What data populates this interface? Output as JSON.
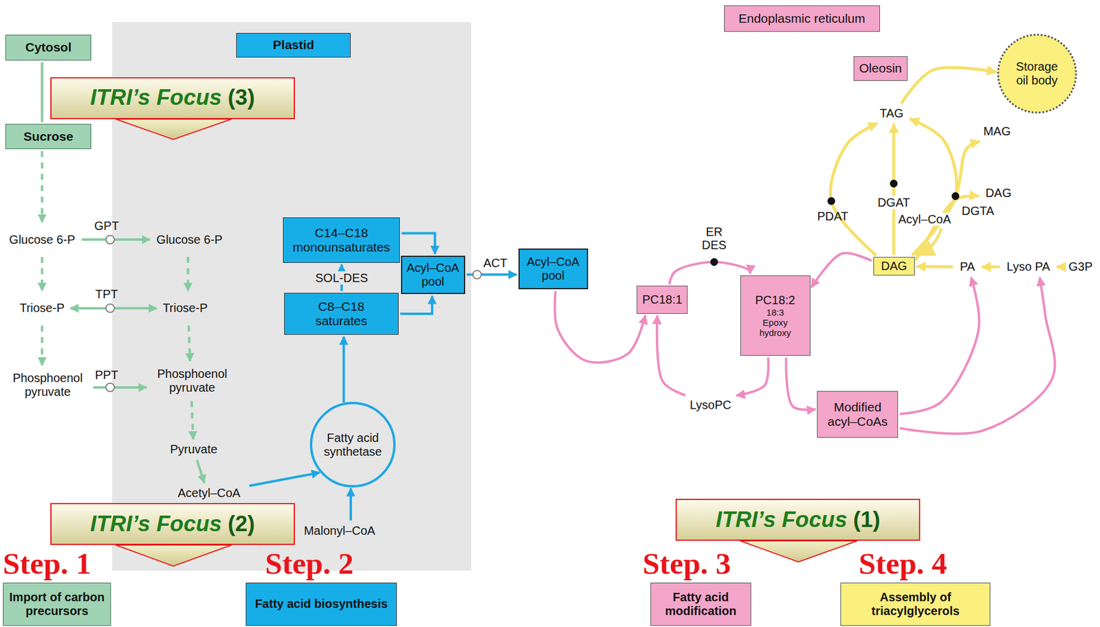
{
  "diagram": {
    "nodes": [
      {
        "text": [
          "Cytosol"
        ]
      },
      {
        "text": [
          "Plastid"
        ]
      },
      {
        "text": [
          "Sucrose"
        ]
      },
      {
        "text": [
          "Glucose 6-P"
        ]
      },
      {
        "text": [
          "Glucose 6-P"
        ],
        "in": 1
      },
      {
        "text": [
          "Triose-P"
        ]
      },
      {
        "text": [
          "Triose-P"
        ],
        "in": 1
      },
      {
        "text": [
          "Phosphoenol pyruvate"
        ]
      },
      {
        "text": [
          "Phosphoenol pyruvate"
        ],
        "in": 1
      },
      {
        "text": [
          "Pyruvate"
        ],
        "in": 1
      },
      {
        "text": [
          "Acetyl–CoA"
        ],
        "in": 1
      },
      {
        "text": [
          "Malonyl–CoA"
        ],
        "in": 1
      },
      {
        "text": [
          "Fatty acid synthetase"
        ],
        "in": 1
      },
      {
        "text": [
          "C14–C18 monounsaturates"
        ],
        "in": 1
      },
      {
        "text": [
          "C8–C18 saturates"
        ],
        "in": 1
      },
      {
        "text": [
          "Acyl–CoA pool"
        ],
        "in": 1
      },
      {
        "text": [
          "Acyl–CoA pool"
        ]
      },
      {
        "text": [
          "Endoplasmic reticulum"
        ]
      },
      {
        "text": [
          "Oleosin"
        ]
      },
      {
        "text": [
          "Storage oil body"
        ]
      },
      {
        "text": [
          "TAG"
        ]
      },
      {
        "text": [
          "MAG"
        ]
      },
      {
        "text": [
          "DAG"
        ]
      },
      {
        "text": [
          "DAG"
        ]
      },
      {
        "text": [
          "PA"
        ]
      },
      {
        "text": [
          "Lyso PA"
        ]
      },
      {
        "text": [
          "G3P"
        ]
      },
      {
        "text": [
          "PC18:1"
        ]
      },
      {
        "text": [
          "PC18:2",
          "18:3",
          "Epoxy hydroxy"
        ]
      },
      {
        "text": [
          "LysoPC"
        ]
      },
      {
        "text": [
          "Modified acyl–CoAs"
        ]
      },
      {
        "text": [
          "ITRI’s Focus",
          "(3)"
        ]
      },
      {
        "text": [
          "ITRI’s Focus",
          "(2)"
        ]
      },
      {
        "text": [
          "ITRI’s Focus",
          "(1)"
        ]
      },
      {
        "text": [
          "Import of carbon precursors"
        ]
      },
      {
        "text": [
          "Fatty acid biosynthesis"
        ]
      },
      {
        "text": [
          "Fatty acid modification"
        ]
      },
      {
        "text": [
          "Assembly of triacylglycerols"
        ]
      }
    ],
    "edges": [
      {
        "from": 0,
        "to": 2,
        "arrow": "none"
      },
      {
        "from": 2,
        "to": 3,
        "arrow": "to"
      },
      {
        "from": 3,
        "to": 5,
        "arrow": "to"
      },
      {
        "from": 5,
        "to": 7,
        "arrow": "to"
      },
      {
        "from": 3,
        "to": 4,
        "label": "GPT",
        "arrow": "to"
      },
      {
        "from": 5,
        "to": 6,
        "label": "TPT",
        "arrow": "both"
      },
      {
        "from": 7,
        "to": 8,
        "label": "PPT",
        "arrow": "to"
      },
      {
        "from": 4,
        "to": 6,
        "arrow": "to"
      },
      {
        "from": 6,
        "to": 8,
        "arrow": "to"
      },
      {
        "from": 8,
        "to": 9,
        "arrow": "to"
      },
      {
        "from": 9,
        "to": 10,
        "arrow": "to"
      },
      {
        "from": 10,
        "to": 12,
        "arrow": "to"
      },
      {
        "from": 11,
        "to": 12,
        "arrow": "to"
      },
      {
        "from": 12,
        "to": 14,
        "arrow": "to"
      },
      {
        "from": 14,
        "to": 15,
        "arrow": "to"
      },
      {
        "from": 13,
        "to": 15,
        "arrow": "to"
      },
      {
        "from": 14,
        "to": 13,
        "label": "SOL-DES",
        "arrow": "to"
      },
      {
        "from": 15,
        "to": 16,
        "label": "ACT",
        "arrow": "to"
      },
      {
        "from": 16,
        "to": 27,
        "arrow": "to"
      },
      {
        "from": 27,
        "to": 28,
        "label": "ER DES",
        "arrow": "to"
      },
      {
        "from": 28,
        "to": 29,
        "arrow": "to"
      },
      {
        "from": 29,
        "to": 27,
        "arrow": "to"
      },
      {
        "from": 28,
        "to": 30,
        "arrow": "to"
      },
      {
        "from": 23,
        "to": 28,
        "arrow": "to"
      },
      {
        "from": 30,
        "to": 24,
        "arrow": "to"
      },
      {
        "from": 30,
        "to": 25,
        "arrow": "to"
      },
      {
        "from": 26,
        "to": 25,
        "arrow": "to"
      },
      {
        "from": 25,
        "to": 24,
        "arrow": "to"
      },
      {
        "from": 24,
        "to": 23,
        "arrow": "to"
      },
      {
        "from": 23,
        "to": 20,
        "label": "PDAT",
        "arrow": "to"
      },
      {
        "from": 23,
        "to": 20,
        "label": "DGAT",
        "arrow": "to"
      },
      {
        "from": 23,
        "to": 20,
        "label": "DGTA",
        "arrow": "to"
      },
      {
        "from": 23,
        "to": 21,
        "arrow": "to"
      },
      {
        "from": 23,
        "to": 22,
        "arrow": "to"
      },
      {
        "from": 20,
        "to": 19,
        "arrow": "to"
      }
    ],
    "labels": [
      "Step. 1",
      "Step. 2",
      "Step. 3",
      "Step. 4",
      "Acyl–CoA"
    ]
  }
}
